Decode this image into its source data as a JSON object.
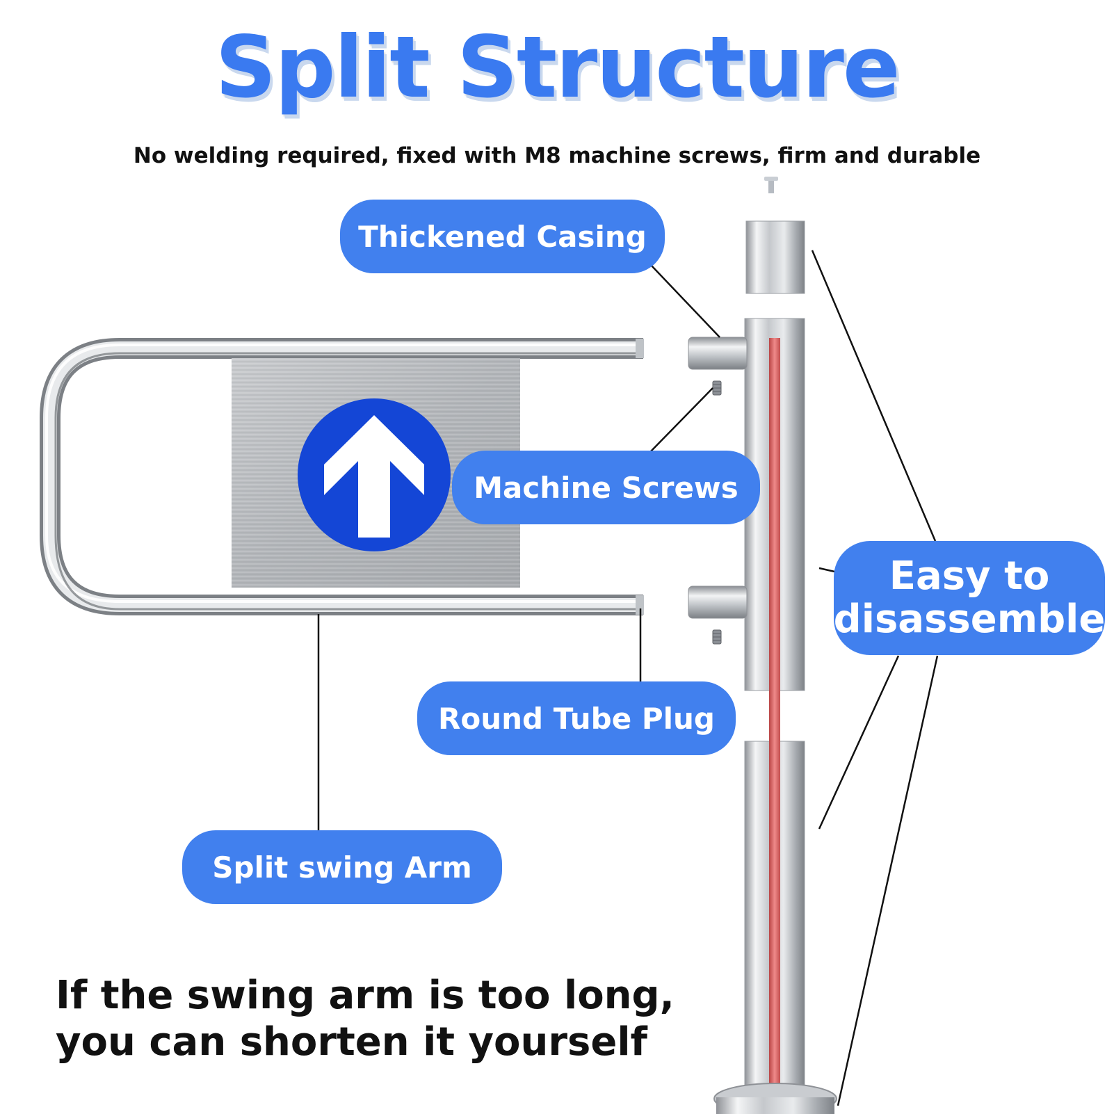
{
  "title": "Split Structure",
  "subtitle": "No welding required, fixed with M8 machine screws, firm and durable",
  "labels": {
    "thickened_casing": "Thickened Casing",
    "machine_screws": "Machine Screws",
    "round_tube_plug": "Round Tube Plug",
    "split_swing_arm": "Split swing Arm",
    "easy_line1": "Easy to",
    "easy_line2": "disassemble"
  },
  "footnote": {
    "line1": "If the swing arm is too long,",
    "line2": "you can shorten it yourself"
  },
  "colors": {
    "accent": "#3a7af0",
    "pill": "#4180ee",
    "sign_circle": "#1446d6",
    "red_strip": "#d85a5a"
  }
}
